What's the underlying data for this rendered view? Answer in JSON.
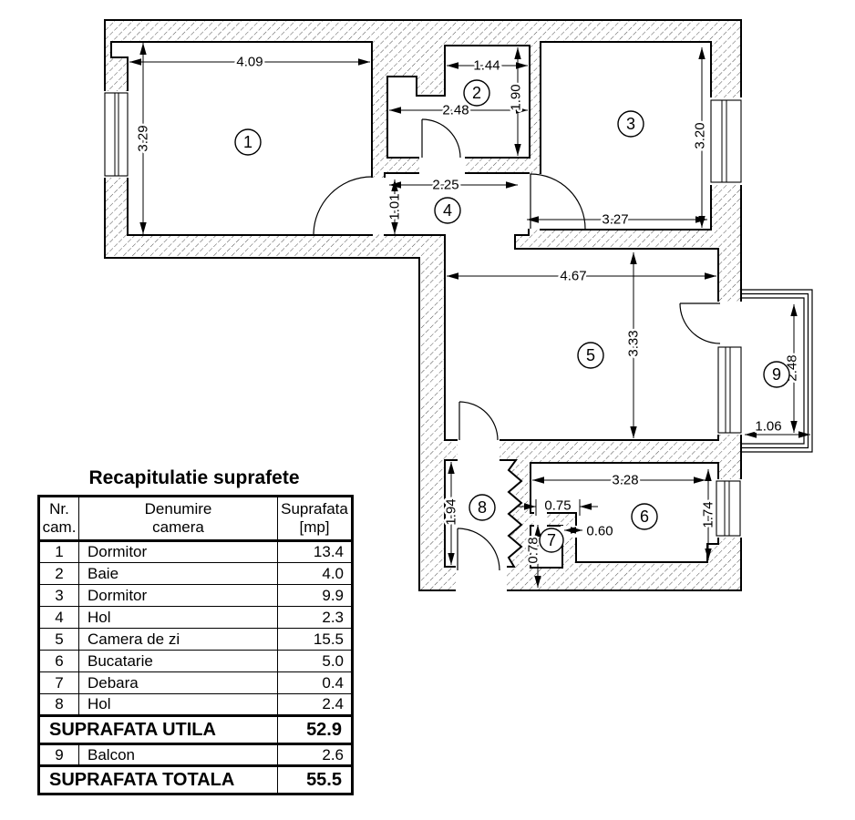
{
  "plan": {
    "rooms": {
      "r1": "1",
      "r2": "2",
      "r3": "3",
      "r4": "4",
      "r5": "5",
      "r6": "6",
      "r7": "7",
      "r8": "8",
      "r9": "9"
    },
    "dims": {
      "room1_w": "4.09",
      "room1_h": "3.29",
      "bath_top_w": "1.44",
      "bath_w": "2.48",
      "bath_h": "1.90",
      "hall_w": "2.25",
      "hall_door_h": "1.01",
      "room3_w": "3.27",
      "room3_h": "3.20",
      "living_w": "4.67",
      "living_h": "3.33",
      "hall8_h": "1.94",
      "debara_w": "0.75",
      "debara_door_w": "0.60",
      "debara_h": "0.78",
      "kitchen_w": "3.28",
      "kitchen_h": "1.74",
      "balcony_h": "2.48",
      "balcony_w": "1.06"
    }
  },
  "table": {
    "title": "Recapitulatie suprafete",
    "headers": {
      "c1l1": "Nr.",
      "c1l2": "cam.",
      "c2l1": "Denumire",
      "c2l2": "camera",
      "c3l1": "Suprafata",
      "c3l2": "[mp]"
    },
    "rows": [
      {
        "nr": "1",
        "name": "Dormitor",
        "area": "13.4"
      },
      {
        "nr": "2",
        "name": "Baie",
        "area": "4.0"
      },
      {
        "nr": "3",
        "name": "Dormitor",
        "area": "9.9"
      },
      {
        "nr": "4",
        "name": "Hol",
        "area": "2.3"
      },
      {
        "nr": "5",
        "name": "Camera de zi",
        "area": "15.5"
      },
      {
        "nr": "6",
        "name": "Bucatarie",
        "area": "5.0"
      },
      {
        "nr": "7",
        "name": "Debara",
        "area": "0.4"
      },
      {
        "nr": "8",
        "name": "Hol",
        "area": "2.4"
      }
    ],
    "utila": {
      "label": "SUPRAFATA UTILA",
      "value": "52.9"
    },
    "balcon": {
      "nr": "9",
      "name": "Balcon",
      "area": "2.6"
    },
    "totala": {
      "label": "SUPRAFATA TOTALA",
      "value": "55.5"
    }
  }
}
